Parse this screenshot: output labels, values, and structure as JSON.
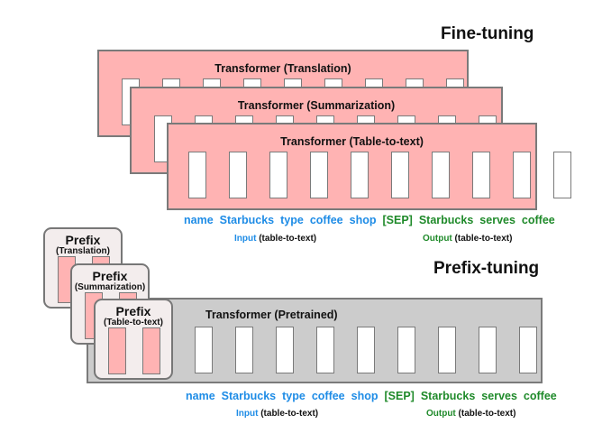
{
  "fine_tuning": {
    "heading": "Fine-tuning",
    "transformers": [
      {
        "label": "Transformer (Translation)"
      },
      {
        "label": "Transformer (Summarization)"
      },
      {
        "label": "Transformer (Table-to-text)"
      }
    ],
    "slots_per_transformer": 9,
    "input_tokens": [
      "name",
      "Starbucks",
      "type",
      "coffee",
      "shop"
    ],
    "output_tokens": [
      "[SEP]",
      "Starbucks",
      "serves",
      "coffee"
    ],
    "input_caption": {
      "keyword": "Input",
      "detail": "(table-to-text)"
    },
    "output_caption": {
      "keyword": "Output",
      "detail": "(table-to-text)"
    }
  },
  "prefix_tuning": {
    "heading": "Prefix-tuning",
    "prefixes": [
      {
        "title": "Prefix",
        "task": "(Translation)"
      },
      {
        "title": "Prefix",
        "task": "(Summarization)"
      },
      {
        "title": "Prefix",
        "task": "(Table-to-text)"
      }
    ],
    "transformer_label": "Transformer  (Pretrained)",
    "slots": 9,
    "input_tokens": [
      "name",
      "Starbucks",
      "type",
      "coffee",
      "shop"
    ],
    "output_tokens": [
      "[SEP]",
      "Starbucks",
      "serves",
      "coffee"
    ],
    "input_caption": {
      "keyword": "Input",
      "detail": "(table-to-text)"
    },
    "output_caption": {
      "keyword": "Output",
      "detail": "(table-to-text)"
    }
  },
  "colors": {
    "transformer_finetune": "#ffb3b3",
    "transformer_pretrained": "#cccccc",
    "prefix_panel": "#f3eded",
    "input_token": "#1e8ce6",
    "output_token": "#1f8a2a"
  }
}
